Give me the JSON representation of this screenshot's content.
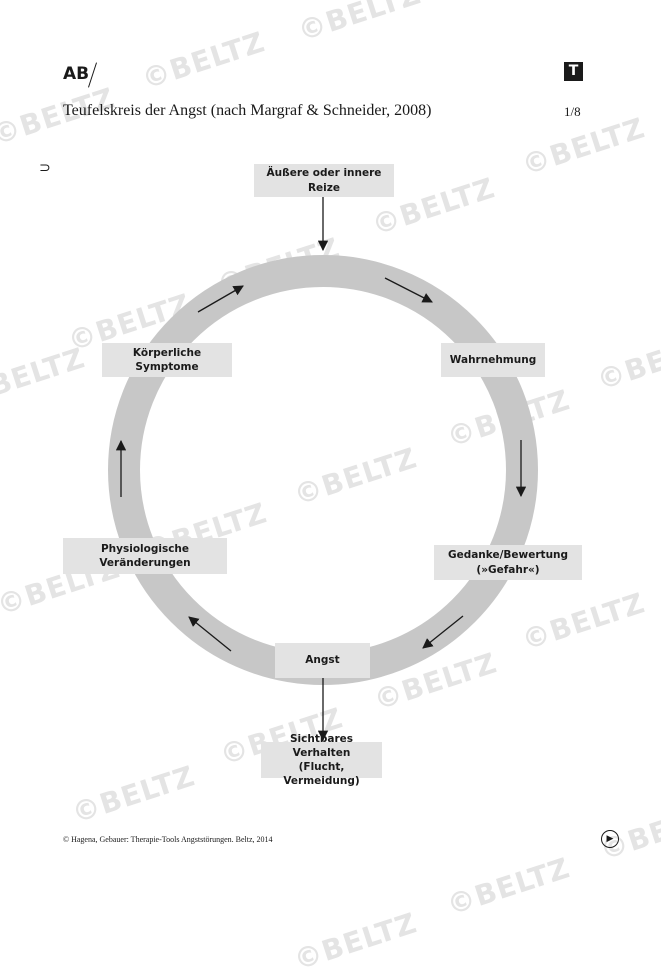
{
  "header": {
    "ab_label": "AB",
    "badge_label": "T",
    "title": "Teufelskreis der Angst (nach Margraf & Schneider, 2008)",
    "page": "1/8"
  },
  "diagram": {
    "external_input": "Äußere oder innere Reize",
    "nodes": [
      "Wahrnehmung",
      "Gedanke/Bewertung\n(»Gefahr«)",
      "Angst",
      "Physiologische Veränderungen",
      "Körperliche Symptome"
    ],
    "external_output": "Sichtbares Verhalten\n(Flucht, Vermeidung)"
  },
  "watermark": "©BELTZ",
  "footer": {
    "citation": "© Hagena, Gebauer: Therapie-Tools Angststörungen. Beltz, 2014",
    "next_icon": "play-right-icon"
  },
  "colors": {
    "ring": "#c7c7c7",
    "box": "#e3e3e3",
    "text": "#1a1a1a",
    "watermark": "#e4e4e4"
  }
}
